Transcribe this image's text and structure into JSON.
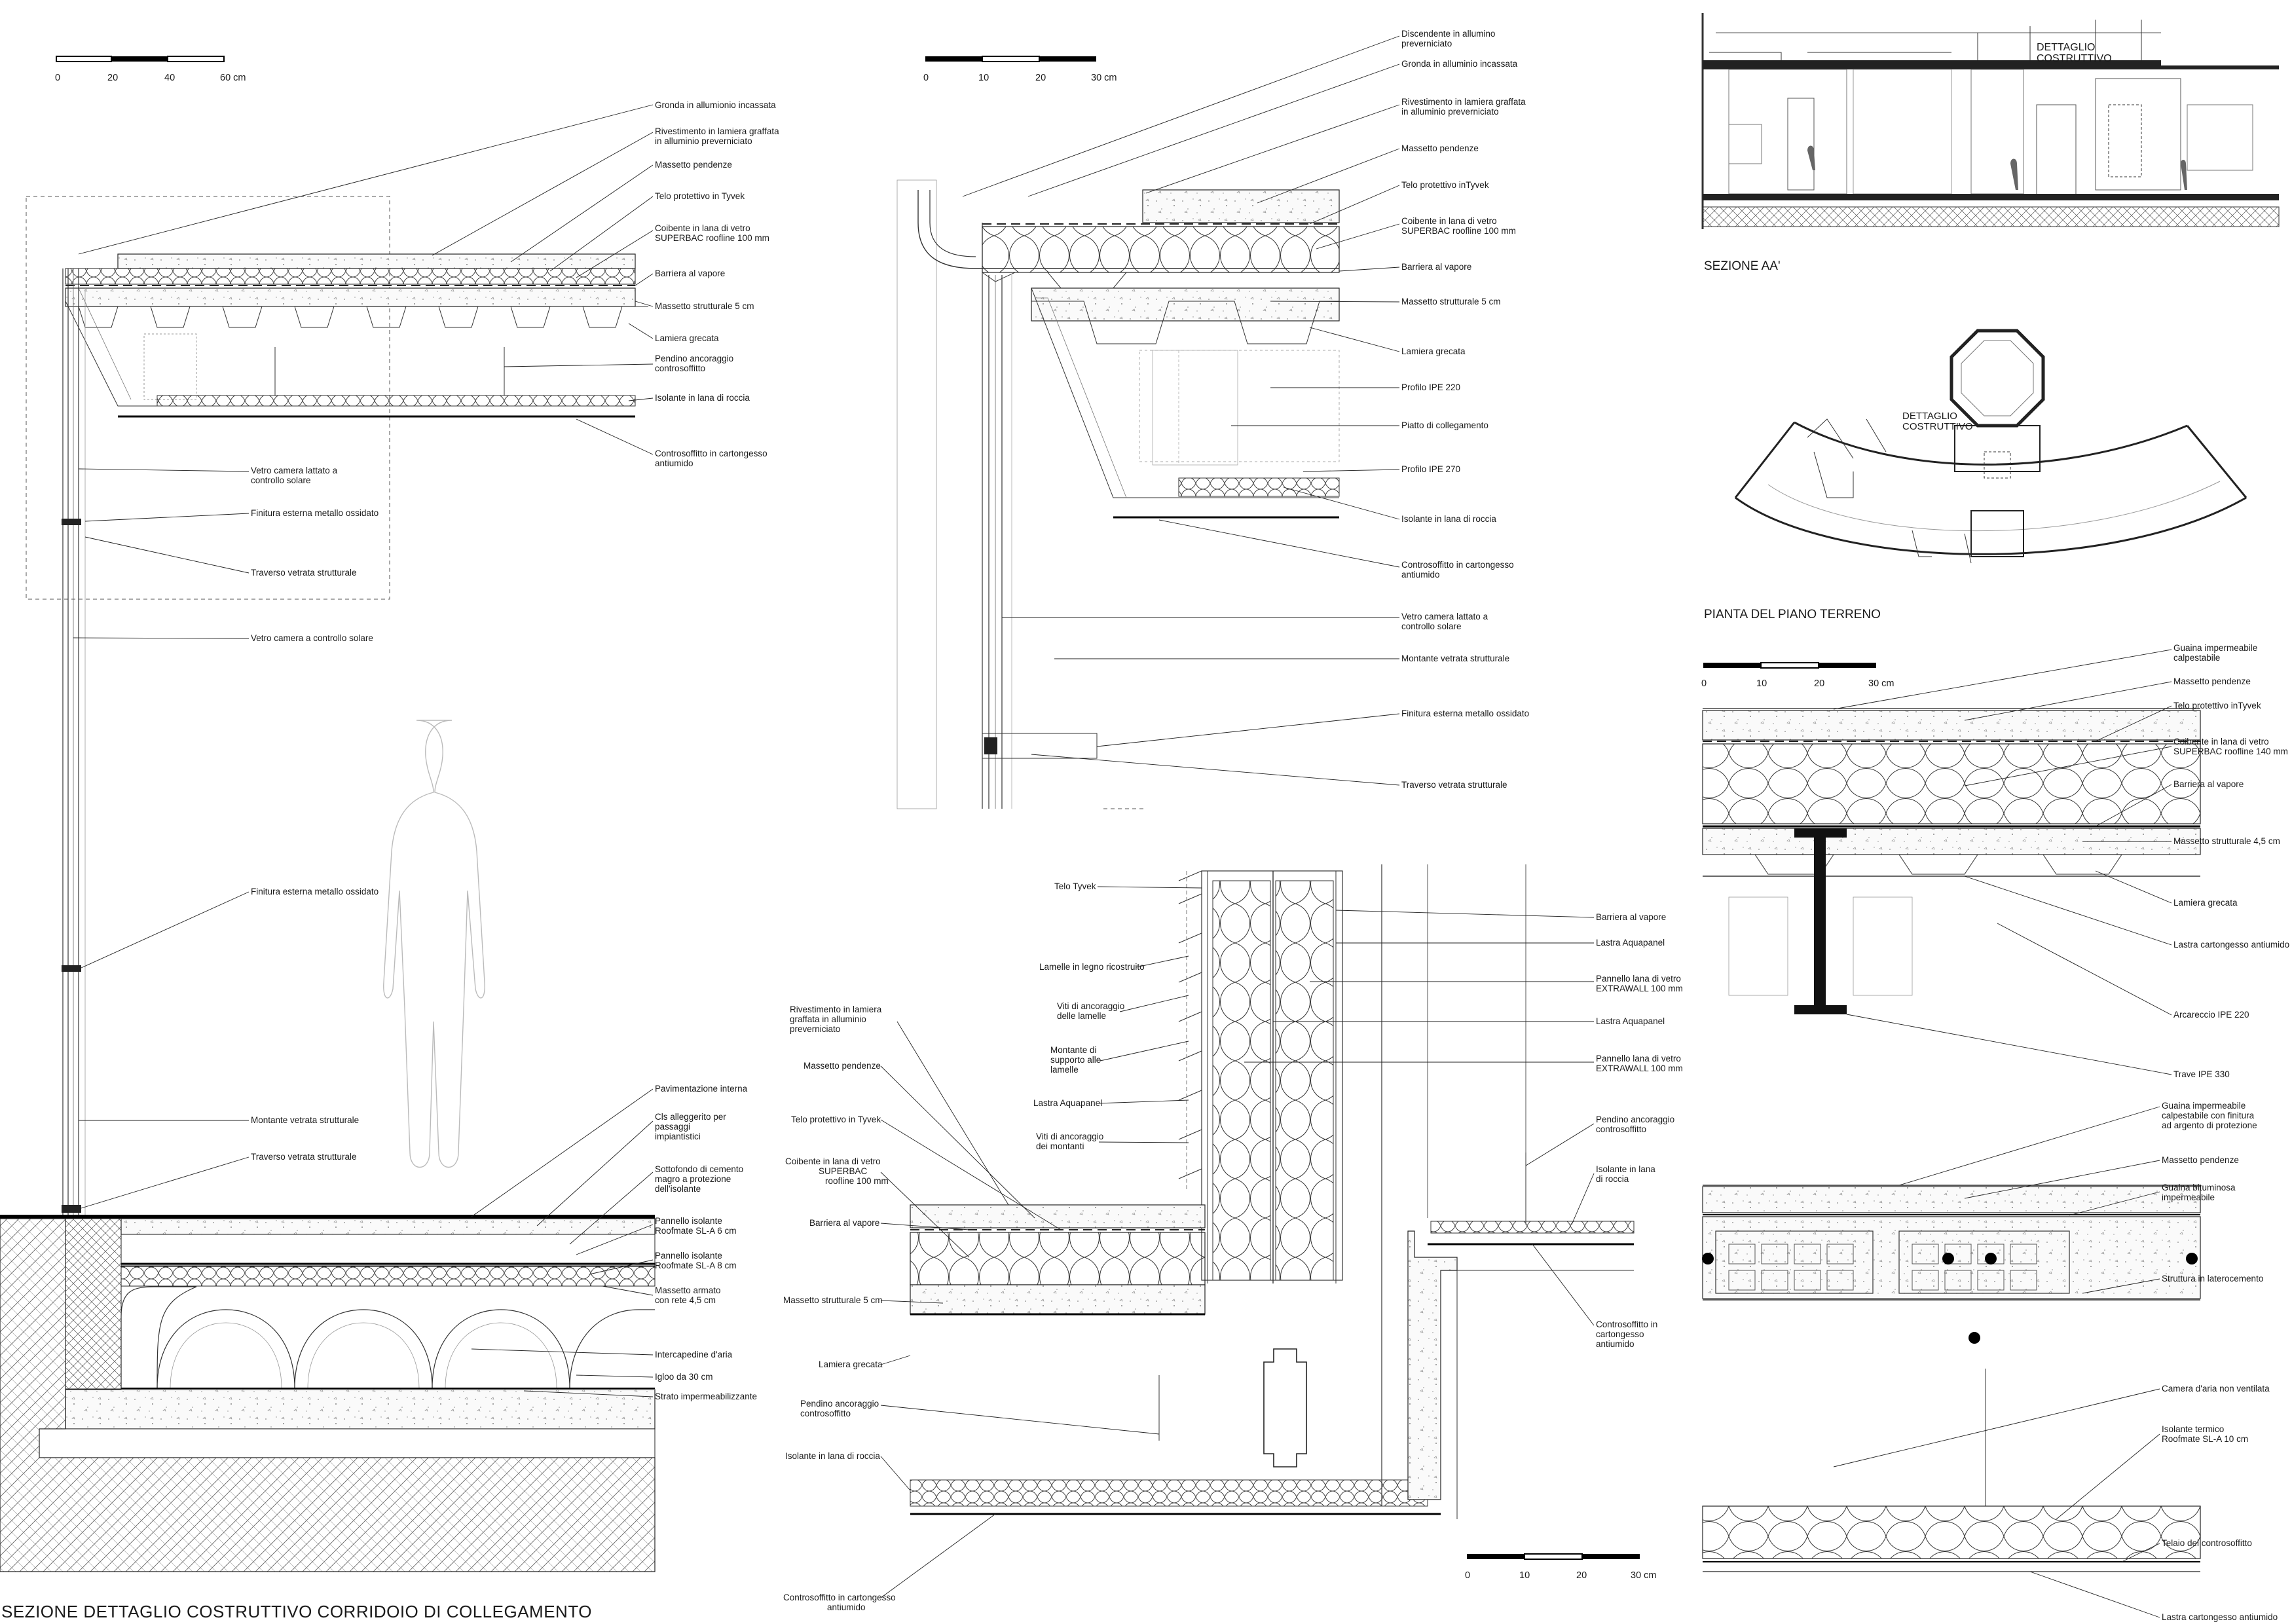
{
  "titles": {
    "main": "SEZIONE DETTAGLIO COSTRUTTIVO CORRIDOIO DI COLLEGAMENTO",
    "section_aa": "SEZIONE  AA'",
    "plan": "PIANTA DEL PIANO TERRENO",
    "detail_tag_section": [
      "DETTAGLIO",
      "COSTRUTTIVO"
    ],
    "detail_tag_plan": [
      "DETTAGLIO",
      "COSTRUTTIVO"
    ]
  },
  "scales": {
    "s60": [
      "0",
      "20",
      "40",
      "60 cm"
    ],
    "s30": [
      "0",
      "10",
      "20",
      "30 cm"
    ]
  },
  "labels_main": [
    [
      "Gronda in allumionio incassata"
    ],
    [
      "Rivestimento in lamiera graffata",
      "in alluminio preverniciato"
    ],
    [
      "Massetto pendenze"
    ],
    [
      "Telo protettivo in Tyvek"
    ],
    [
      "Coibente in lana di vetro",
      "SUPERBAC roofline 100 mm"
    ],
    [
      "Barriera al vapore"
    ],
    [
      "Massetto strutturale 5 cm"
    ],
    [
      "Lamiera grecata"
    ],
    [
      "Pendino ancoraggio",
      "controsoffitto"
    ],
    [
      "Isolante in lana di roccia"
    ],
    [
      "Controsoffitto in cartongesso",
      "antiumido"
    ],
    [
      "Vetro camera lattato a",
      "controllo solare"
    ],
    [
      "Finitura esterna metallo ossidato"
    ],
    [
      "Traverso vetrata strutturale"
    ],
    [
      "Vetro camera a controllo solare"
    ],
    [
      "Finitura esterna metallo ossidato"
    ],
    [
      "Montante vetrata strutturale"
    ],
    [
      "Traverso vetrata strutturale"
    ],
    [
      "Pavimentazione interna"
    ],
    [
      "Cls alleggerito per",
      "passaggi",
      "impiantistici"
    ],
    [
      "Sottofondo di cemento",
      "magro a protezione",
      "dell'isolante"
    ],
    [
      "Pannello isolante",
      "Roofmate SL-A  6 cm"
    ],
    [
      "Pannello isolante",
      "Roofmate SL-A  8 cm"
    ],
    [
      "Massetto armato",
      "con rete 4,5 cm"
    ],
    [
      "Intercapedine d'aria"
    ],
    [
      "Igloo da 30 cm"
    ],
    [
      "Strato impermeabilizzante"
    ]
  ],
  "labels_top_mid": [
    [
      "Discendente in allumino",
      "preverniciato"
    ],
    [
      "Gronda in alluminio incassata"
    ],
    [
      "Rivestimento in lamiera graffata",
      "in alluminio preverniciato"
    ],
    [
      "Massetto pendenze"
    ],
    [
      "Telo protettivo inTyvek"
    ],
    [
      "Coibente in lana di vetro",
      "SUPERBAC roofline 100 mm"
    ],
    [
      "Barriera al vapore"
    ],
    [
      "Massetto strutturale 5 cm"
    ],
    [
      "Lamiera grecata"
    ],
    [
      "Profilo IPE 220"
    ],
    [
      "Piatto di collegamento"
    ],
    [
      "Profilo IPE 270"
    ],
    [
      "Isolante in lana di roccia"
    ],
    [
      "Controsoffitto in cartongesso",
      "antiumido"
    ],
    [
      "Vetro camera lattato a",
      "controllo solare"
    ],
    [
      "Montante vetrata strutturale"
    ],
    [
      "Finitura esterna metallo ossidato"
    ],
    [
      "Traverso vetrata strutturale"
    ]
  ],
  "labels_bottom_left": [
    [
      "Telo Tyvek"
    ],
    [
      "Lamelle in legno ricostruito"
    ],
    [
      "Viti di ancoraggio",
      "delle lamelle"
    ],
    [
      "Montante di",
      "supporto alle",
      "lamelle"
    ],
    [
      "Lastra Aquapanel"
    ],
    [
      "Viti di ancoraggio",
      "dei montanti"
    ],
    [
      "Rivestimento in lamiera",
      "graffata in alluminio",
      "preverniciato"
    ],
    [
      "Massetto pendenze"
    ],
    [
      "Telo protettivo in Tyvek"
    ],
    [
      "Coibente in lana di vetro",
      "SUPERBAC",
      "roofline 100 mm"
    ],
    [
      "Barriera al vapore"
    ],
    [
      "Massetto strutturale 5 cm"
    ],
    [
      "Lamiera grecata"
    ],
    [
      "Pendino ancoraggio",
      "controsoffitto"
    ],
    [
      "Isolante in lana di roccia"
    ],
    [
      "Controsoffitto in cartongesso",
      "antiumido"
    ]
  ],
  "labels_bottom_right": [
    [
      "Barriera al vapore"
    ],
    [
      "Lastra Aquapanel"
    ],
    [
      "Pannello lana di vetro",
      "EXTRAWALL 100 mm"
    ],
    [
      "Lastra Aquapanel"
    ],
    [
      "Pannello lana di vetro",
      "EXTRAWALL 100 mm"
    ],
    [
      "Pendino ancoraggio",
      "controsoffitto"
    ],
    [
      "Isolante in lana",
      "di roccia"
    ],
    [
      "Controsoffitto in",
      "cartongesso",
      "antiumido"
    ]
  ],
  "labels_right_top": [
    [
      "Guaina impermeabile",
      "calpestabile"
    ],
    [
      "Massetto pendenze"
    ],
    [
      "Telo protettivo inTyvek"
    ],
    [
      "Coibente in lana di vetro",
      "SUPERBAC roofline 140 mm"
    ],
    [
      "Barriera al vapore"
    ],
    [
      "Massetto strutturale 4,5 cm"
    ],
    [
      "Lamiera grecata"
    ],
    [
      "Lastra cartongesso antiumido"
    ],
    [
      "Arcareccio IPE 220"
    ],
    [
      "Trave IPE 330"
    ]
  ],
  "labels_right_bottom": [
    [
      "Guaina impermeabile",
      "calpestabile con finitura",
      "ad argento di protezione"
    ],
    [
      "Massetto pendenze"
    ],
    [
      "Guaina bituminosa",
      "impermeabile"
    ],
    [
      "Struttura in laterocemento"
    ],
    [
      "Camera d'aria non ventilata"
    ],
    [
      "Isolante termico",
      "Roofmate SL-A 10 cm"
    ],
    [
      "Telaio del controsoffitto"
    ],
    [
      "Lastra cartongesso antiumido"
    ]
  ]
}
